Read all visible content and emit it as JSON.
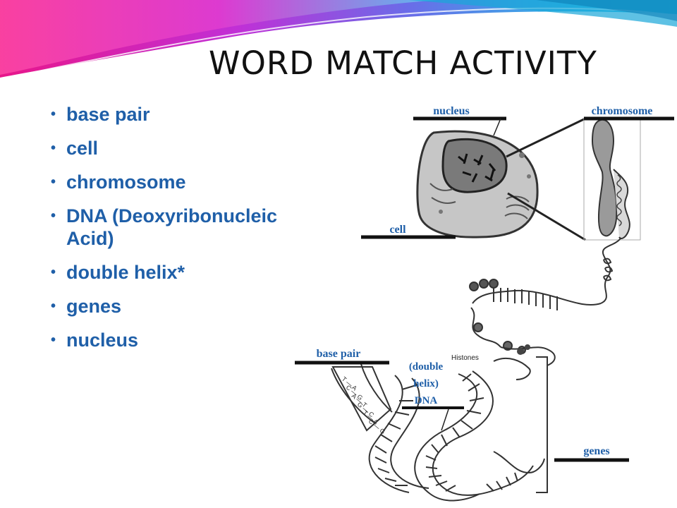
{
  "slide": {
    "title": "WORD MATCH ACTIVITY",
    "word_bank": [
      "base pair",
      "cell",
      "chromosome",
      "DNA (Deoxyribonucleic Acid)",
      "double helix*",
      "genes",
      "nucleus"
    ]
  },
  "diagram": {
    "labels": {
      "nucleus": "nucleus",
      "chromosome": "chromosome",
      "cell": "cell",
      "base_pair": "base pair",
      "dna_line1": "(double",
      "dna_line2": "helix)",
      "dna_line3": "DNA",
      "genes": "genes",
      "histones": "Histones"
    },
    "base_letters": [
      "T — A",
      "C — G",
      "A — T",
      "G — C",
      "T — A",
      "C — G"
    ]
  },
  "colors": {
    "label_blue": "#1f5fa8",
    "title": "#111111"
  }
}
